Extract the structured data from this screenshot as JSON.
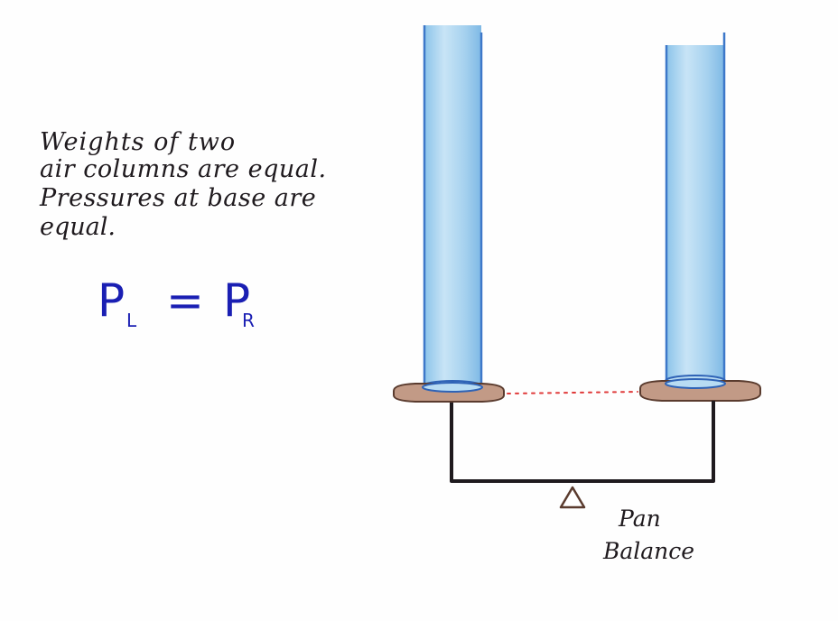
{
  "note": {
    "lines": [
      "Weights of two",
      "air columns are equal.",
      "Pressures at base are",
      "equal."
    ]
  },
  "equation": {
    "left_symbol": "P",
    "left_subscript": "L",
    "operator": "=",
    "right_symbol": "P",
    "right_subscript": "R"
  },
  "balance_label": {
    "line1": "Pan",
    "line2": "Balance"
  },
  "colors": {
    "column_fill": "#a9d3ee",
    "column_edge": "#3d78c9",
    "pan_fill": "#c29a86",
    "pan_edge": "#5a3b2e",
    "beam": "#1f1a1e",
    "dotted_line": "#e03b3b",
    "equation_ink": "#1a1fb3"
  }
}
